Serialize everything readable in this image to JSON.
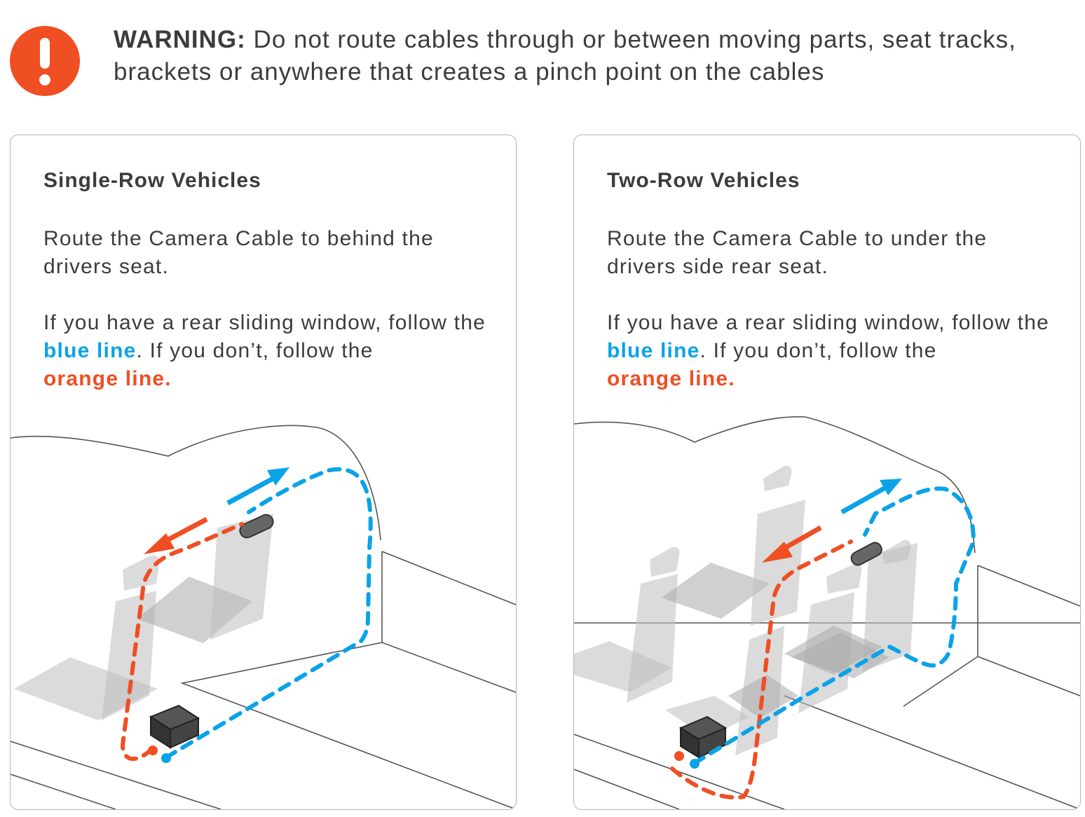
{
  "warning": {
    "icon": "exclamation-icon",
    "label": "WARNING:",
    "text": "Do not route cables through or between moving parts, seat tracks, brackets or anywhere that creates a pinch point on the cables",
    "color": "#f04e23"
  },
  "panels": [
    {
      "title": "Single-Row Vehicles",
      "instruction": "Route the Camera Cable to behind the drivers seat.",
      "if_text_pre": "If you have a rear sliding window, follow the ",
      "blue_label": "blue line",
      "if_text_mid": ". If you don’t, follow the ",
      "orange_label": "orange line."
    },
    {
      "title": "Two-Row Vehicles",
      "instruction": "Route the Camera Cable to under the drivers side rear seat.",
      "if_text_pre": "If you have a rear sliding window, follow the ",
      "blue_label": "blue line",
      "if_text_mid": ". If you don’t, follow the ",
      "orange_label": "orange line."
    }
  ],
  "colors": {
    "blue_line": "#0aa3e8",
    "orange_line": "#f04e23",
    "text": "#3c3c3c",
    "seat": "#bdbdbd"
  }
}
